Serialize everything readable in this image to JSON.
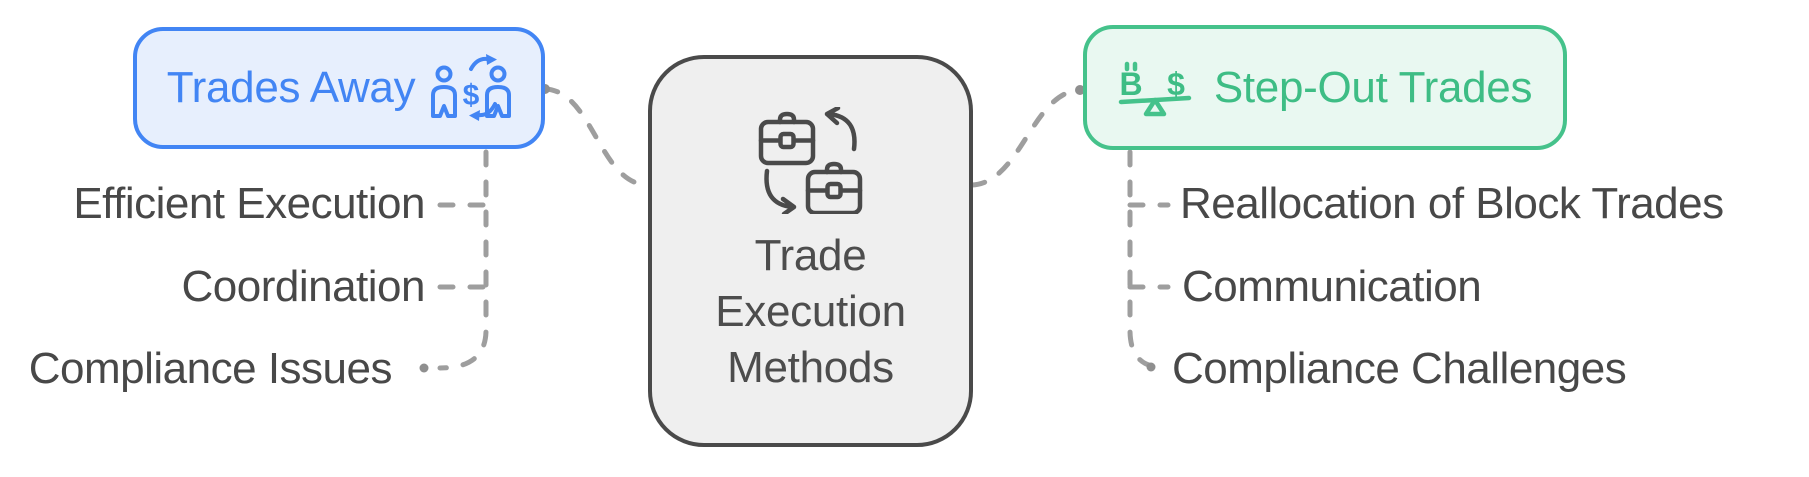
{
  "root": {
    "title": "Trade Execution Methods",
    "title_lines": [
      "Trade",
      "Execution",
      "Methods"
    ],
    "icon": "briefcase-exchange-icon"
  },
  "left_branch": {
    "title": "Trades Away",
    "icon": "people-money-exchange-icon",
    "icon_glyph": "$",
    "items": [
      "Efficient Execution",
      "Coordination",
      "Compliance Issues"
    ]
  },
  "right_branch": {
    "title": "Step-Out Trades",
    "icon": "currency-balance-scale-icon",
    "icon_glyphs": [
      "B",
      "$"
    ],
    "items": [
      "Reallocation of Block Trades",
      "Communication",
      "Compliance Challenges"
    ]
  },
  "colors": {
    "blue": "#4285f4",
    "blue_bg": "#e7effd",
    "green": "#45c28b",
    "green_bg": "#e9f8f1",
    "gray_border": "#4a4a4a",
    "gray_bg": "#efefef",
    "label_text": "#484848",
    "connector": "#9e9e9e",
    "background": "#ffffff"
  }
}
